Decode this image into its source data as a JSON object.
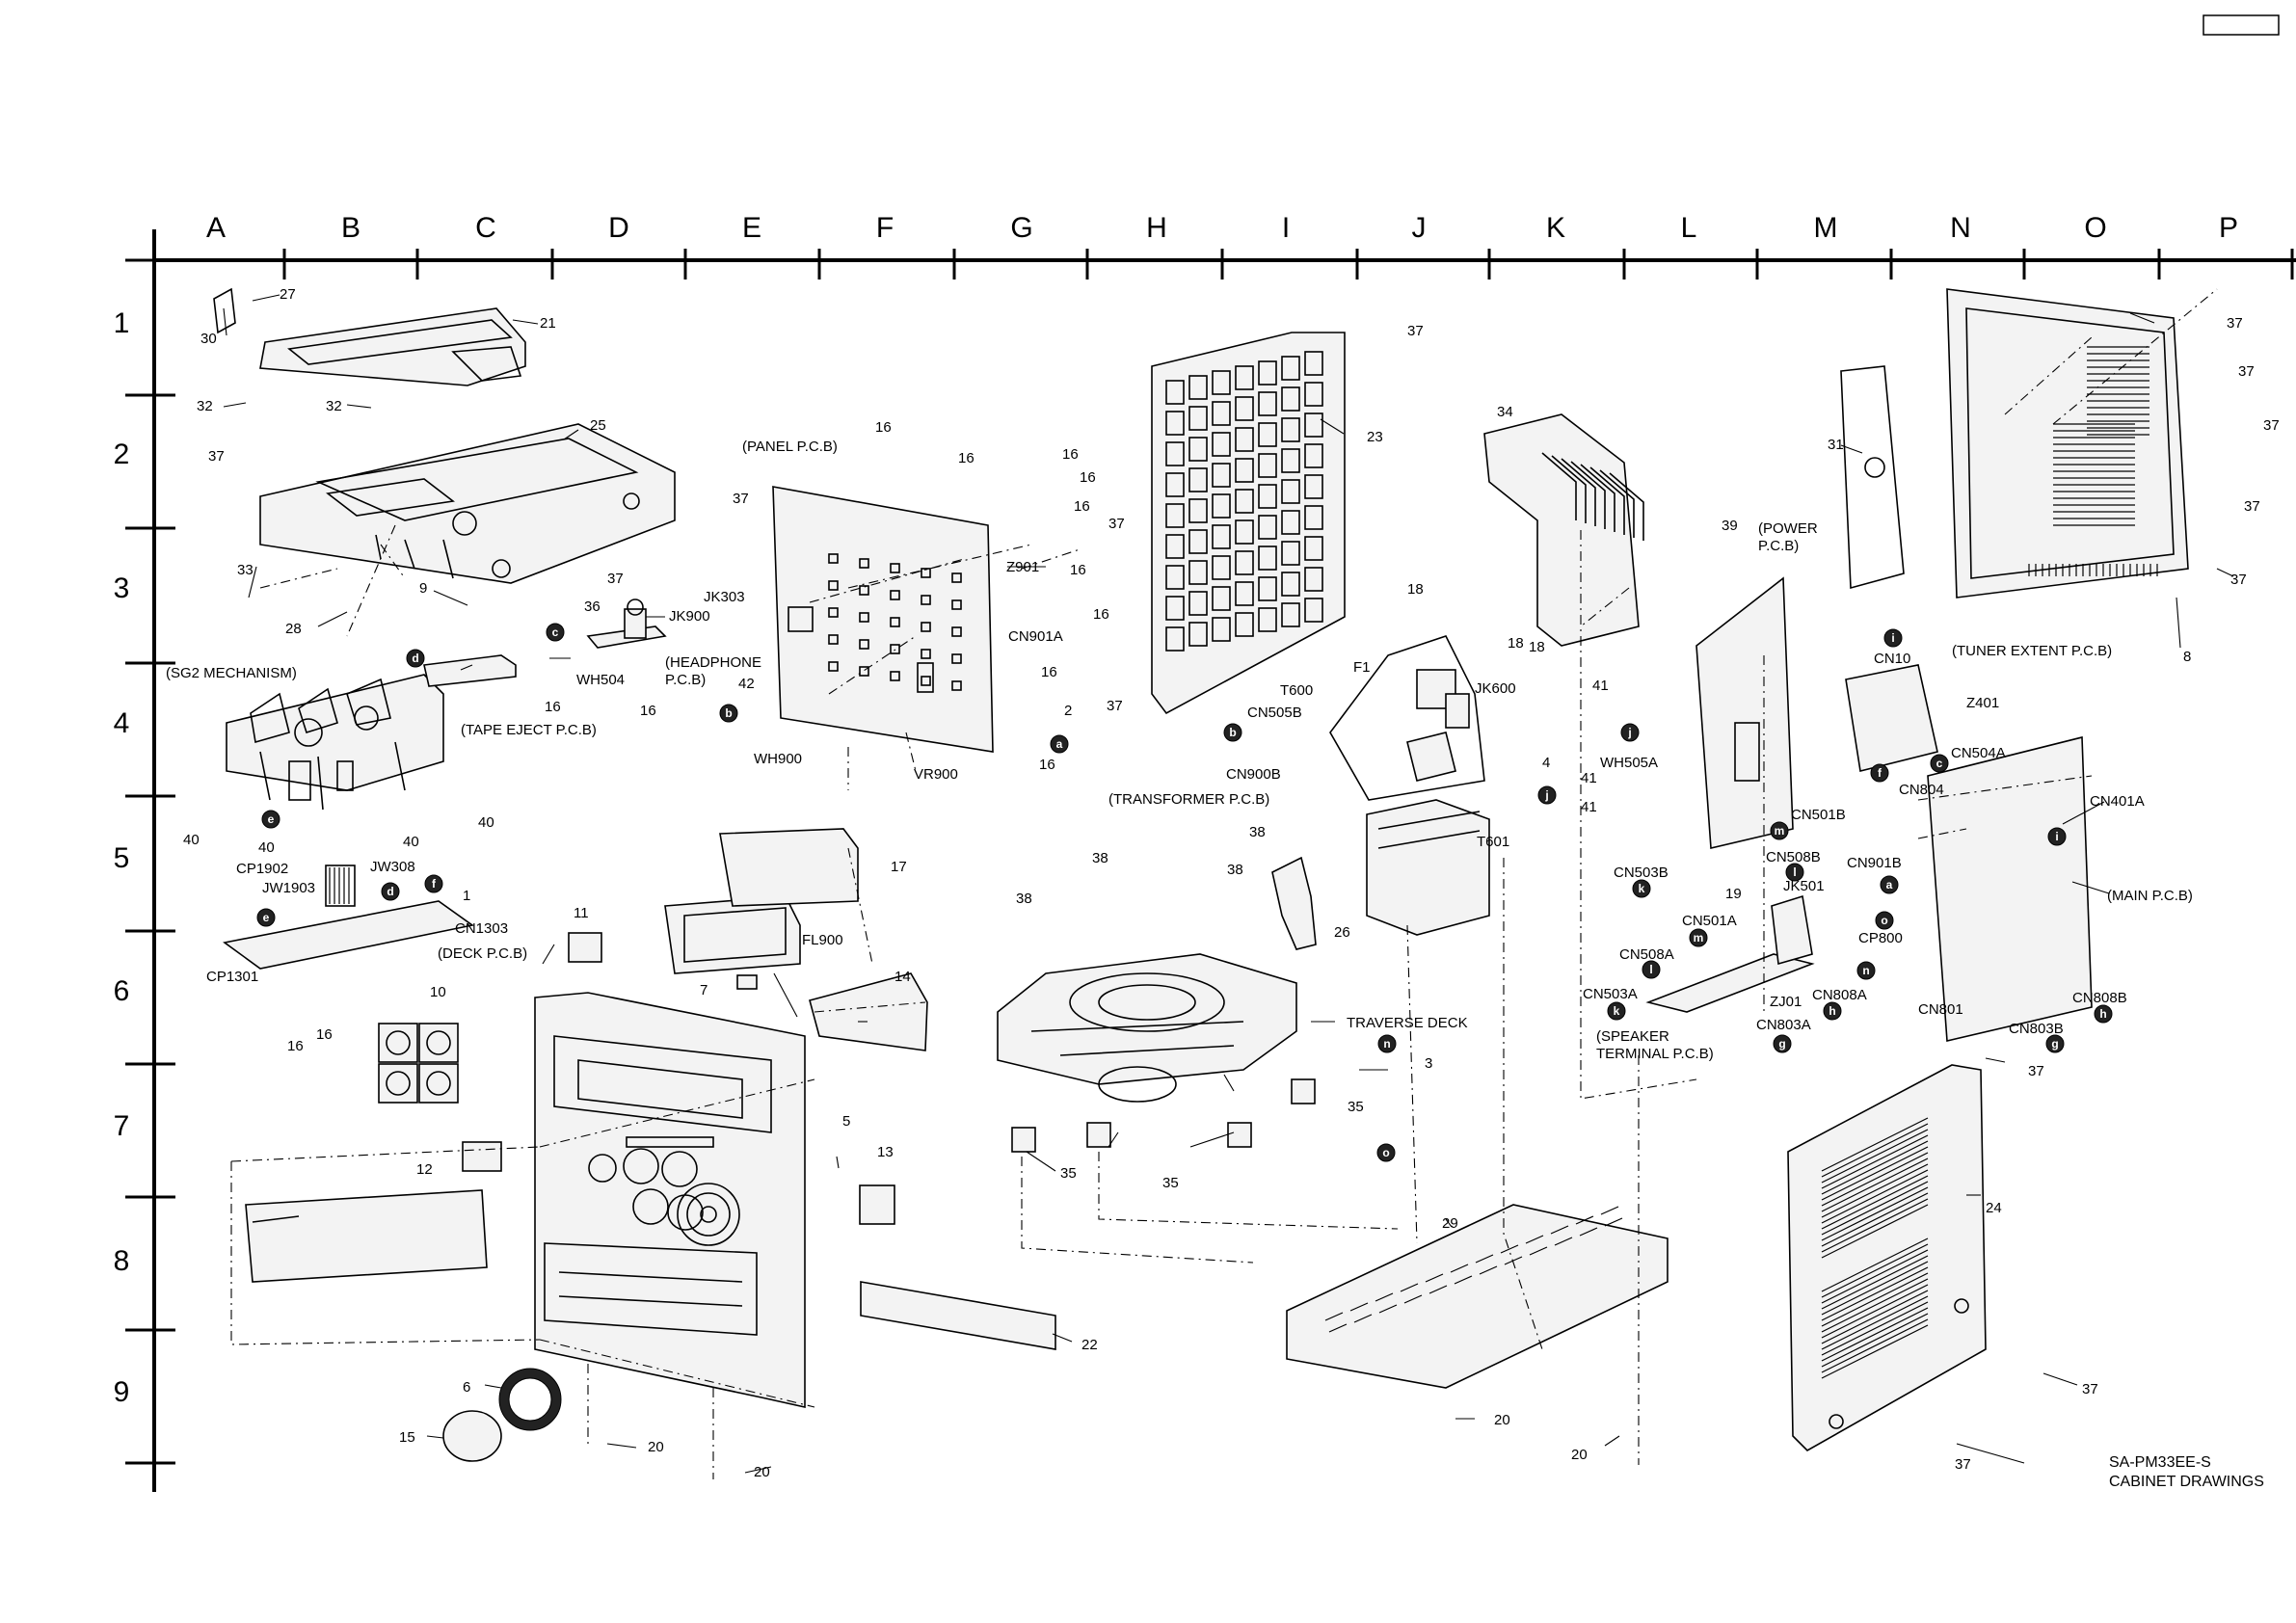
{
  "grid": {
    "columns": [
      "A",
      "B",
      "C",
      "D",
      "E",
      "F",
      "G",
      "H",
      "I",
      "J",
      "K",
      "L",
      "M",
      "N",
      "O",
      "P"
    ],
    "rows": [
      "1",
      "2",
      "3",
      "4",
      "5",
      "6",
      "7",
      "8",
      "9"
    ]
  },
  "footer": {
    "model": "SA-PM33EE-S",
    "title": "CABINET DRAWINGS"
  },
  "corner_box_text": "",
  "connector_markers": [
    "a",
    "b",
    "c",
    "d",
    "e",
    "f",
    "g",
    "h",
    "i",
    "j",
    "k",
    "l",
    "m",
    "n",
    "o"
  ],
  "labels": {
    "l27": "27",
    "l30": "30",
    "l32a": "32",
    "l32b": "32",
    "l21": "21",
    "l25": "25",
    "l37a": "37",
    "l37b": "37",
    "l37c": "37",
    "l33": "33",
    "l28": "28",
    "l9": "9",
    "l36": "36",
    "jk900": "JK900",
    "headphone": "(HEADPHONE",
    "headphone2": "P.C.B)",
    "wh504": "WH504",
    "l16a": "16",
    "tape_eject": "(TAPE EJECT P.C.B)",
    "sg2": "(SG2 MECHANISM)",
    "l40a": "40",
    "l40b": "40",
    "l40c": "40",
    "l40d": "40",
    "cp1902": "CP1902",
    "jw1903": "JW1903",
    "jw308": "JW308",
    "l1": "1",
    "cn1303": "CN1303",
    "deck": "(DECK P.C.B)",
    "cp1301": "CP1301",
    "l16b": "16",
    "l16c": "16",
    "l11": "11",
    "l10": "10",
    "l12": "12",
    "l7": "7",
    "l5": "5",
    "l6": "6",
    "l15": "15",
    "l20a": "20",
    "l20b": "20",
    "panel": "(PANEL P.C.B)",
    "l16d": "16",
    "l16e": "16",
    "l16f": "16",
    "l16g": "16",
    "l16h": "16",
    "l16i": "16",
    "l16j": "16",
    "l16k": "16",
    "l16l": "16",
    "l16m": "16",
    "jk303": "JK303",
    "z901": "Z901",
    "cn901a": "CN901A",
    "l42": "42",
    "wh900": "WH900",
    "vr900": "VR900",
    "l2": "2",
    "l17": "17",
    "fl900": "FL900",
    "l14": "14",
    "l13": "13",
    "l22": "22",
    "l37d": "37",
    "l23": "23",
    "l37e": "37",
    "l37f": "37",
    "l38a": "38",
    "l38b": "38",
    "l38c": "38",
    "l38d": "38",
    "l35a": "35",
    "l35b": "35",
    "l35c": "35",
    "traverse": "TRAVERSE DECK",
    "l3": "3",
    "l26": "26",
    "l29": "29",
    "l20c": "20",
    "l18a": "18",
    "l18b": "18",
    "l18c": "18",
    "f1": "F1",
    "t600": "T600",
    "jk600": "JK600",
    "cn505b": "CN505B",
    "cn900b": "CN900B",
    "transformer": "(TRANSFORMER P.C.B)",
    "t601": "T601",
    "l4": "4",
    "l34": "34",
    "l39": "39",
    "power": "(POWER",
    "power2": "P.C.B)",
    "l41a": "41",
    "l41b": "41",
    "l41c": "41",
    "wh505a": "WH505A",
    "cn501b": "CN501B",
    "cn508b": "CN508B",
    "cn503b": "CN503B",
    "l19": "19",
    "jk501": "JK501",
    "cn501a": "CN501A",
    "cn508a": "CN508A",
    "cn503a": "CN503A",
    "zj01": "ZJ01",
    "cn803a": "CN803A",
    "speaker": "(SPEAKER",
    "speaker2": "TERMINAL P.C.B)",
    "cn808a": "CN808A",
    "l20d": "20",
    "l31": "31",
    "l8": "8",
    "l37g": "37",
    "l37h": "37",
    "l37i": "37",
    "l37j": "37",
    "l37k": "37",
    "cn10": "CN10",
    "tuner": "(TUNER EXTENT P.C.B)",
    "z401": "Z401",
    "cn504a": "CN504A",
    "cn804": "CN804",
    "cn401a": "CN401A",
    "cn901b": "CN901B",
    "cp800": "CP800",
    "main": "(MAIN P.C.B)",
    "cn801": "CN801",
    "cn808b": "CN808B",
    "cn803b": "CN803B",
    "l37l": "37",
    "l24": "24",
    "l37m": "37",
    "l37n": "37"
  }
}
